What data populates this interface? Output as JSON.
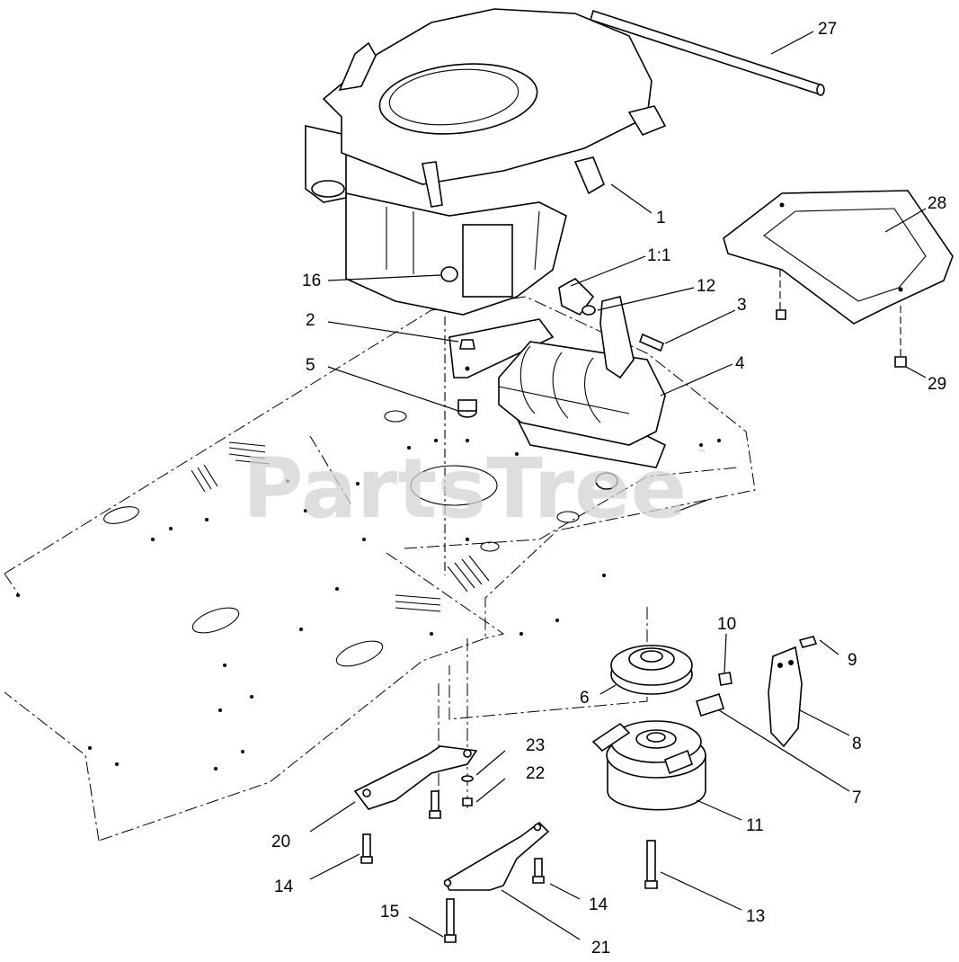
{
  "watermark": {
    "text": "PartsTree",
    "trademark": "™"
  },
  "callouts": [
    {
      "id": "c27",
      "label": "27"
    },
    {
      "id": "c1",
      "label": "1"
    },
    {
      "id": "c28",
      "label": "28"
    },
    {
      "id": "c1-1",
      "label": "1:1"
    },
    {
      "id": "c16",
      "label": "16"
    },
    {
      "id": "c12",
      "label": "12"
    },
    {
      "id": "c3",
      "label": "3"
    },
    {
      "id": "c2",
      "label": "2"
    },
    {
      "id": "c5",
      "label": "5"
    },
    {
      "id": "c4",
      "label": "4"
    },
    {
      "id": "c29",
      "label": "29"
    },
    {
      "id": "c10",
      "label": "10"
    },
    {
      "id": "c9",
      "label": "9"
    },
    {
      "id": "c6",
      "label": "6"
    },
    {
      "id": "c8",
      "label": "8"
    },
    {
      "id": "c23",
      "label": "23"
    },
    {
      "id": "c22",
      "label": "22"
    },
    {
      "id": "c7",
      "label": "7"
    },
    {
      "id": "c11",
      "label": "11"
    },
    {
      "id": "c20",
      "label": "20"
    },
    {
      "id": "c14a",
      "label": "14"
    },
    {
      "id": "c14b",
      "label": "14"
    },
    {
      "id": "c15",
      "label": "15"
    },
    {
      "id": "c13",
      "label": "13"
    },
    {
      "id": "c21",
      "label": "21"
    }
  ]
}
